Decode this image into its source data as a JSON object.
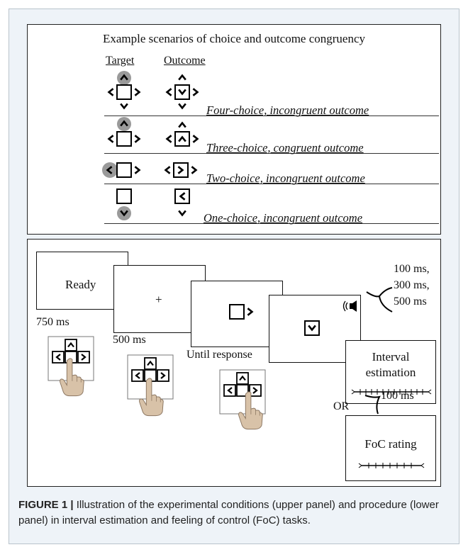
{
  "upper_panel": {
    "title": "Example scenarios of choice and outcome congruency",
    "headers": {
      "target": "Target",
      "outcome": "Outcome"
    },
    "rows": [
      {
        "label": "Four-choice, incongruent outcome"
      },
      {
        "label": "Three-choice, congruent outcome"
      },
      {
        "label": "Two-choice, incongruent outcome"
      },
      {
        "label": "One-choice, incongruent outcome"
      }
    ]
  },
  "lower_panel": {
    "screens": {
      "ready": "Ready",
      "fixation": "+",
      "interval": "Interval estimation",
      "foc": "FoC rating"
    },
    "timings": {
      "ready": "750 ms",
      "fixation": "500 ms",
      "target": "Until response",
      "outcome_delays": [
        "100 ms,",
        "300 ms,",
        "500 ms"
      ],
      "foc_delay": "100 ms",
      "or": "OR"
    }
  },
  "caption": {
    "label": "FIGURE 1 |",
    "text": " Illustration of the experimental conditions (upper panel) and procedure (lower panel) in interval estimation and feeling of control (FoC) tasks."
  },
  "colors": {
    "highlight": "#9a9a9a",
    "hand": "#d8c2a8",
    "panel_bg": "#eef3f8"
  }
}
